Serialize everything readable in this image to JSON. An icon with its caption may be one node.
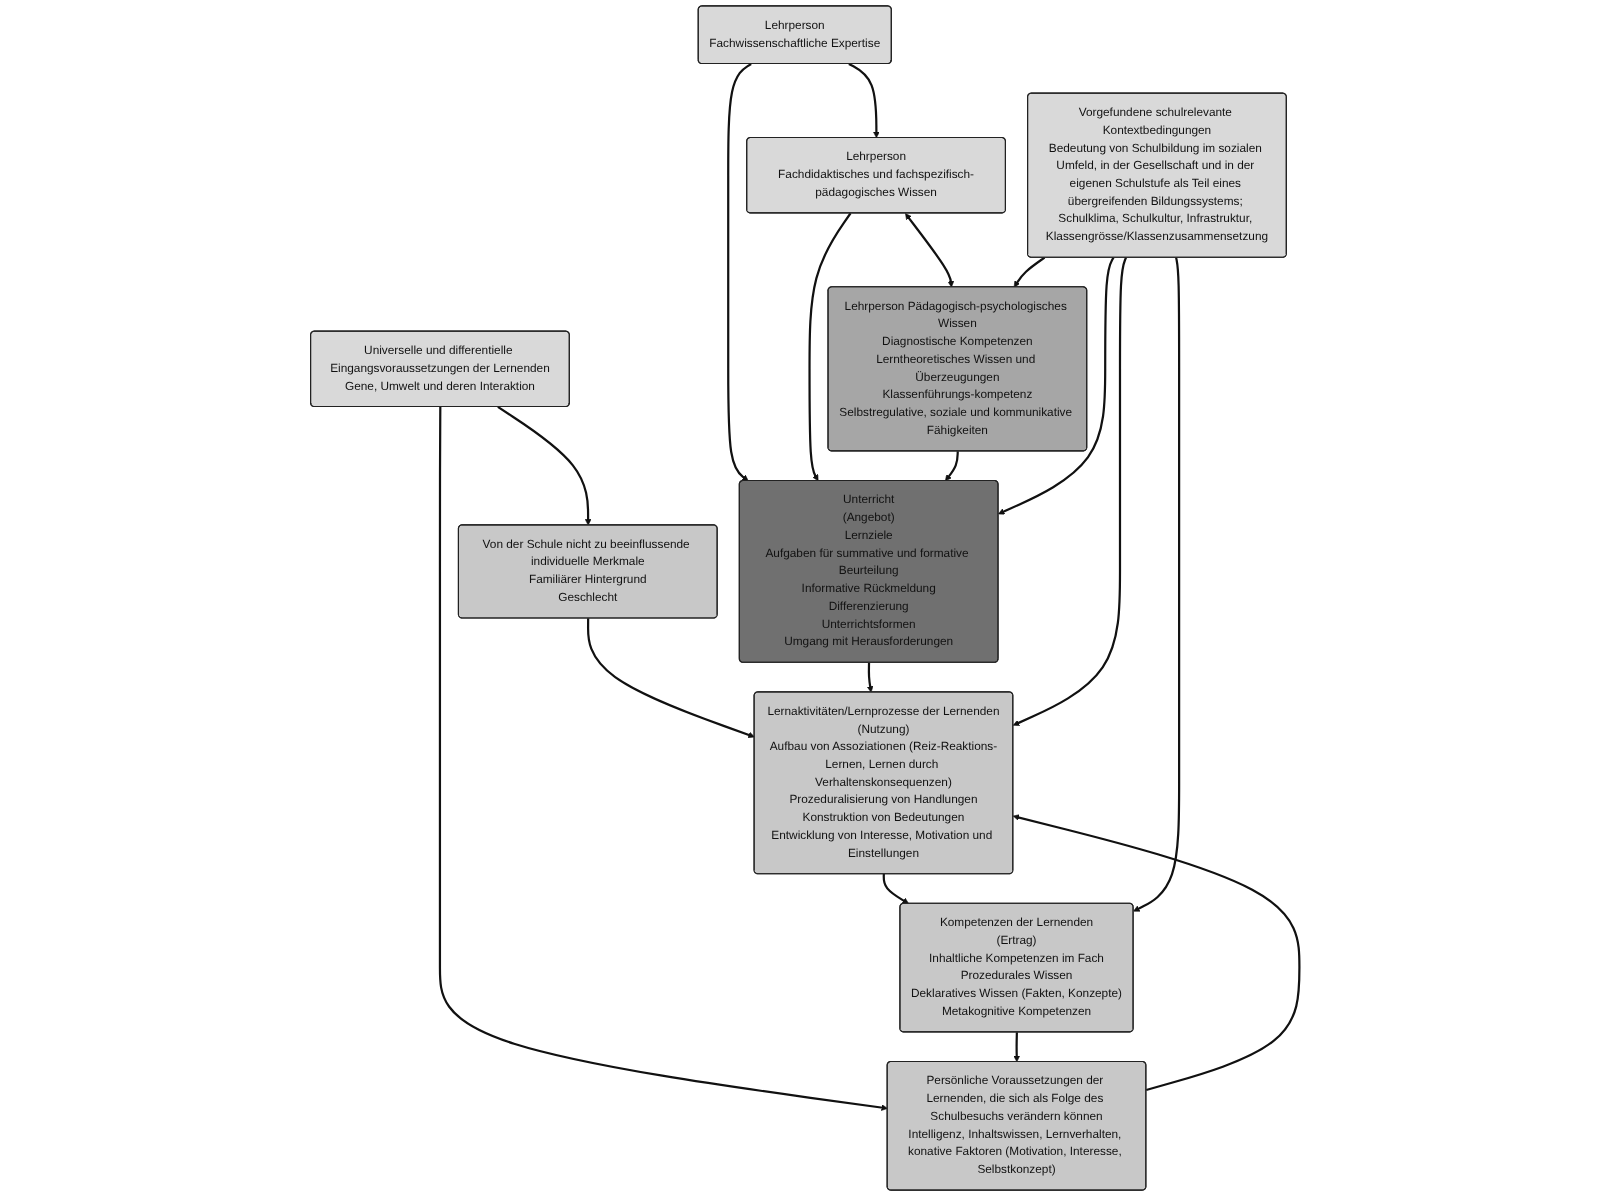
{
  "diagram": {
    "nodes": [
      {
        "text": [
          "Lehrperson",
          "Fachwissenschaftliche Expertise"
        ]
      },
      {
        "text": [
          "Lehrperson",
          "Fachdidaktisches und fachspezifisch-pädagogisches Wissen"
        ]
      },
      {
        "text": [
          "Lehrperson Pädagogisch-psychologisches Wissen",
          "Diagnostische Kompetenzen",
          "Lerntheoretisches Wissen und Überzeugungen",
          "Klassenführungs-kompetenz",
          "Selbstregulative, soziale und kommunikative Fähigkeiten"
        ]
      },
      {
        "text": [
          "Unterricht",
          "(Angebot)",
          "Lernziele",
          "Aufgaben für summative und formative Beurteilung",
          "Informative Rückmeldung",
          "Differenzierung",
          "Unterrichtsformen",
          "Umgang mit Herausforderungen"
        ]
      },
      {
        "text": [
          "Universelle und differentielle Eingangsvoraussetzungen der Lernenden",
          "Gene, Umwelt und deren Interaktion"
        ]
      },
      {
        "text": [
          "Von der Schule nicht zu beeinflussende individuelle Merkmale",
          "Familiärer Hintergrund",
          "Geschlecht"
        ]
      },
      {
        "text": [
          "Persönliche Voraussetzungen der Lernenden, die sich als Folge des Schulbesuchs verändern können",
          "Intelligenz, Inhaltswissen, Lernverhalten, konative Faktoren (Motivation, Interesse, Selbstkonzept)"
        ]
      },
      {
        "text": [
          "Lernaktivitäten/Lernprozesse der Lernenden",
          "(Nutzung)",
          "Aufbau von Assoziationen (Reiz-Reaktions-Lernen, Lernen durch Verhaltenskonsequenzen)",
          "Prozeduralisierung von Handlungen",
          "Konstruktion von Bedeutungen",
          "Entwicklung von Interesse, Motivation und Einstellungen"
        ]
      },
      {
        "text": [
          "Kompetenzen der Lernenden",
          "(Ertrag)",
          "Inhaltliche Kompetenzen im Fach",
          "Prozedurales Wissen",
          "Deklaratives Wissen (Fakten, Konzepte)",
          "Metakognitive Kompetenzen"
        ]
      },
      {
        "text": [
          "Vorgefundene schulrelevante Kontextbedingungen",
          "Bedeutung von Schulbildung im sozialen Umfeld, in der Gesellschaft und in der eigenen Schulstufe als Teil eines übergreifenden Bildungssystems; Schulklima, Schulkultur, Infrastruktur, Klassengrösse/Klassenzusammensetzung"
        ]
      }
    ],
    "edges": [
      {
        "from": 0,
        "to": 3,
        "arrow": "to"
      },
      {
        "from": 0,
        "to": 1,
        "arrow": "to"
      },
      {
        "from": 1,
        "to": 3,
        "arrow": "to"
      },
      {
        "from": 1,
        "to": 2,
        "arrow": "both"
      },
      {
        "from": 2,
        "to": 3,
        "arrow": "to"
      },
      {
        "from": 4,
        "to": 5,
        "arrow": "to"
      },
      {
        "from": 4,
        "to": 6,
        "arrow": "to"
      },
      {
        "from": 5,
        "to": 7,
        "arrow": "to"
      },
      {
        "from": 6,
        "to": 7,
        "arrow": "to"
      },
      {
        "from": 3,
        "to": 7,
        "arrow": "to"
      },
      {
        "from": 7,
        "to": 8,
        "arrow": "to"
      },
      {
        "from": 8,
        "to": 6,
        "arrow": "to"
      },
      {
        "from": 9,
        "to": 2,
        "arrow": "to"
      },
      {
        "from": 9,
        "to": 3,
        "arrow": "to"
      },
      {
        "from": 9,
        "to": 7,
        "arrow": "to"
      },
      {
        "from": 9,
        "to": 8,
        "arrow": "to"
      }
    ]
  }
}
